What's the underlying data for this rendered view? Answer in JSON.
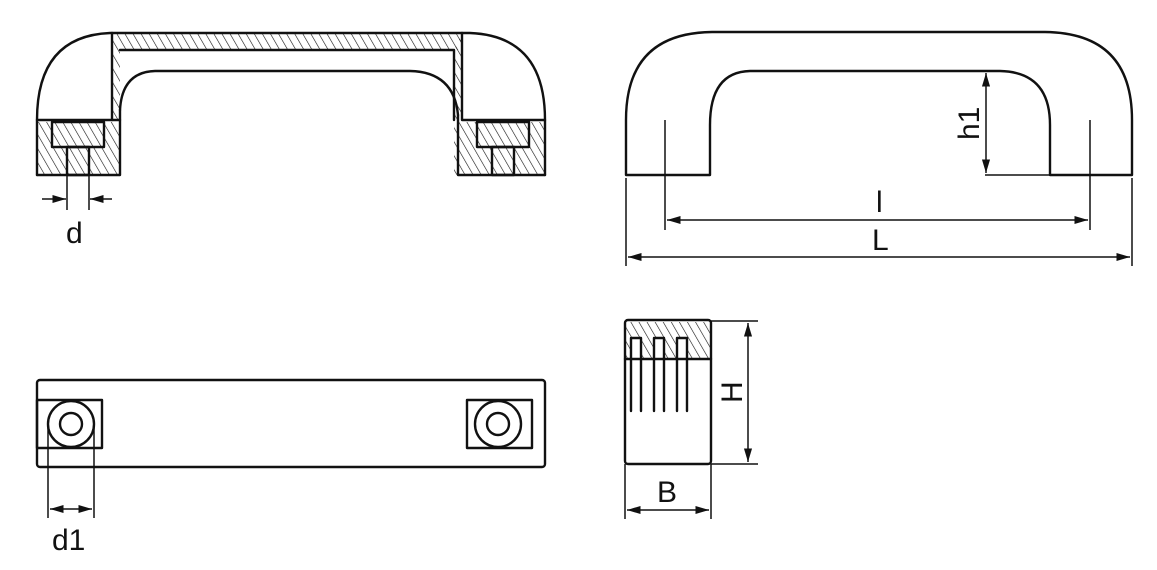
{
  "drawing": {
    "subject": "U-shaped handle technical drawing",
    "views": [
      {
        "name": "section-view",
        "labels": [
          "d"
        ]
      },
      {
        "name": "front-view",
        "labels": [
          "h1",
          "l",
          "L"
        ]
      },
      {
        "name": "bottom-view",
        "labels": [
          "d1"
        ]
      },
      {
        "name": "side-section-view",
        "labels": [
          "H",
          "B"
        ]
      }
    ]
  },
  "dimensions": {
    "d": "d",
    "h1": "h1",
    "l": "l",
    "L": "L",
    "d1": "d1",
    "H": "H",
    "B": "B"
  },
  "colors": {
    "line": "#111111",
    "background": "#ffffff"
  }
}
